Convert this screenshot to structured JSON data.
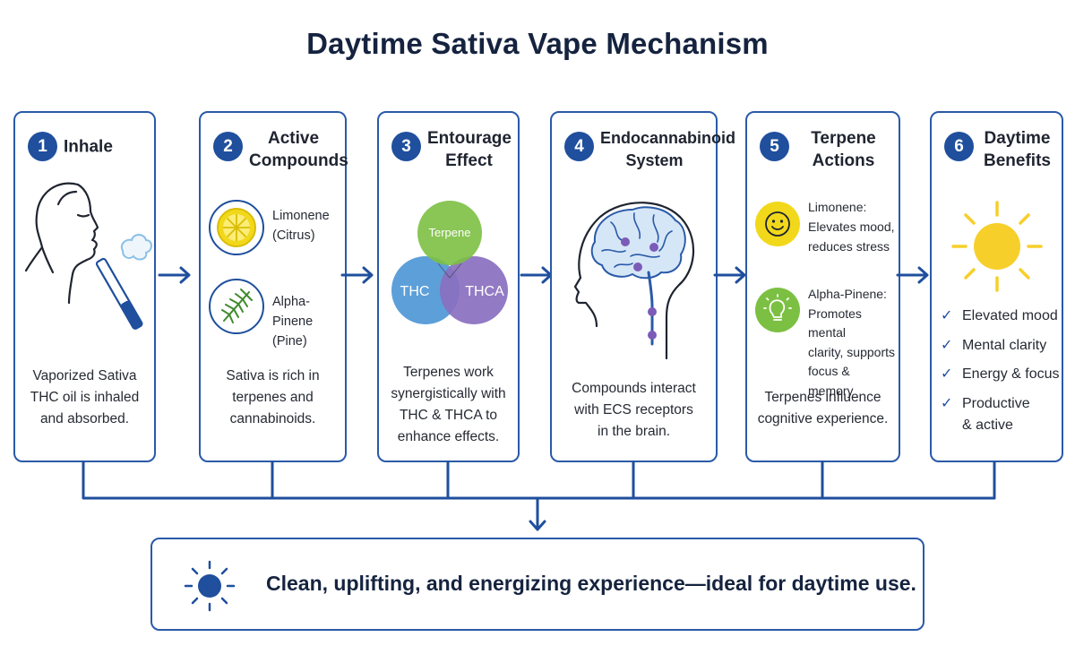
{
  "title": "Daytime Sativa Vape Mechanism",
  "colors": {
    "primary": "#1f4f9d",
    "outline": "#2a5aa8",
    "lemon": "#f2d81a",
    "green": "#7cc043",
    "blue": "#4f97d6",
    "purple": "#8a6fbf"
  },
  "steps": [
    {
      "number": "1",
      "heading": [
        "Inhale"
      ],
      "icon": "face-inhaling-vape-icon",
      "description": [
        "Vaporized Sativa",
        "THC oil is inhaled",
        "and absorbed."
      ]
    },
    {
      "number": "2",
      "heading": [
        "Active",
        "Compounds"
      ],
      "compounds": [
        {
          "icon": "lemon-icon",
          "lines": [
            "Limonene",
            "(Citrus)"
          ]
        },
        {
          "icon": "pine-branch-icon",
          "lines": [
            "Alpha-Pinene",
            "(Pine)"
          ]
        }
      ],
      "description": [
        "Sativa is rich in",
        "terpenes and",
        "cannabinoids."
      ]
    },
    {
      "number": "3",
      "heading": [
        "Entourage",
        "Effect"
      ],
      "venn": {
        "top": "Terpene",
        "left": "THC",
        "right": "THCA"
      },
      "description": [
        "Terpenes work",
        "synergistically with",
        "THC & THCA to",
        "enhance effects."
      ]
    },
    {
      "number": "4",
      "heading": [
        "Endocannabinoid",
        "System"
      ],
      "icon": "head-brain-icon",
      "description": [
        "Compounds interact",
        "with ECS receptors",
        "in the brain."
      ]
    },
    {
      "number": "5",
      "heading": [
        "Terpene",
        "Actions"
      ],
      "actions": [
        {
          "icon": "smiley-icon",
          "lines": [
            "Limonene:",
            "Elevates mood,",
            "reduces stress"
          ]
        },
        {
          "icon": "lightbulb-icon",
          "lines": [
            "Alpha-Pinene:",
            "Promotes mental",
            "clarity, supports",
            "focus & memory"
          ]
        }
      ],
      "description": [
        "Terpenes influence",
        "cognitive experience."
      ]
    },
    {
      "number": "6",
      "heading": [
        "Daytime",
        "Benefits"
      ],
      "icon": "sun-icon",
      "benefits": [
        [
          "Elevated mood"
        ],
        [
          "Mental clarity"
        ],
        [
          "Energy & focus"
        ],
        [
          "Productive",
          "& active"
        ]
      ]
    }
  ],
  "summary": "Clean, uplifting, and energizing experience—ideal for daytime use."
}
